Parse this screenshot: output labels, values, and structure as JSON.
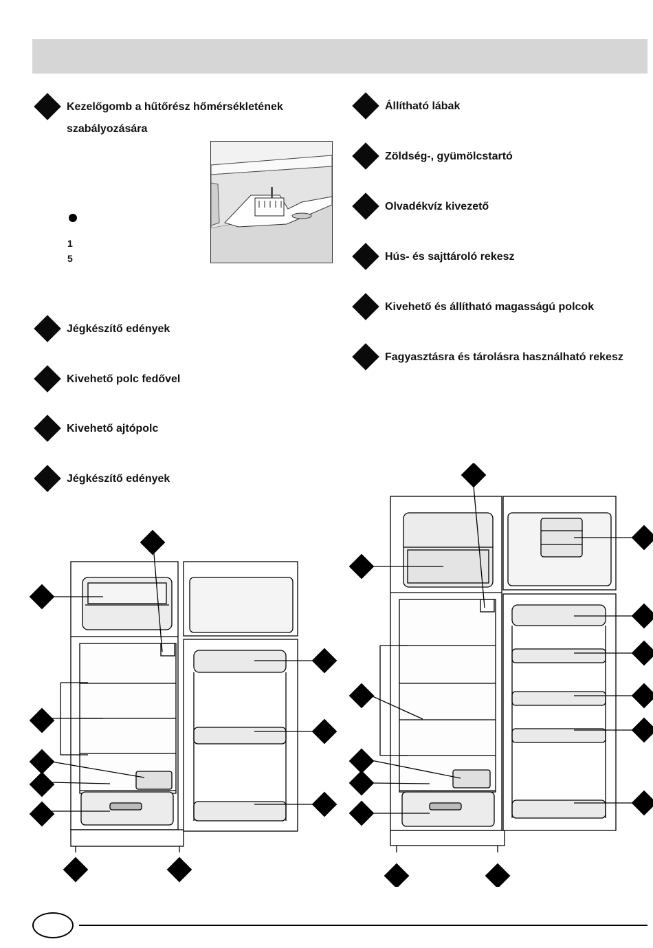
{
  "items_left": [
    {
      "line1": "Kezelőgomb a hűtőrész hőmérsékletének",
      "line2": "szabályozására"
    },
    {
      "label": "Jégkészítő edények"
    },
    {
      "label": "Kivehető polc fedővel"
    },
    {
      "label": "Kivehető ajtópolc"
    },
    {
      "label": "Jégkészítő edények"
    }
  ],
  "items_right": [
    {
      "label": "Állítható lábak"
    },
    {
      "label": "Zöldség-, gyümölcstartó"
    },
    {
      "label": "Olvadékvíz kivezető"
    },
    {
      "label": "Hús- és sajttároló rekesz"
    },
    {
      "label": "Kivehető és állítható magasságú polcok"
    },
    {
      "label": "Fagyasztásra és tárolásra használható rekesz"
    }
  ],
  "knob_settings": {
    "min": "1",
    "max": "5"
  },
  "icons": {
    "marker": "diamond-marker-icon",
    "dot": "filled-dot-icon"
  }
}
